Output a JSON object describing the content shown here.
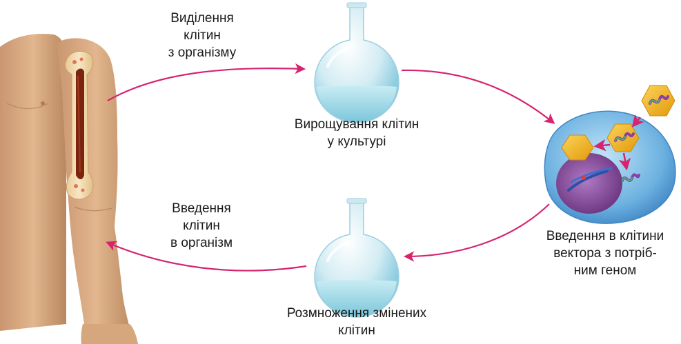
{
  "steps": {
    "extraction": {
      "lines": [
        "Виділення",
        "клітин",
        "з організму"
      ]
    },
    "culture": {
      "lines": [
        "Вирощування клітин",
        "у культурі"
      ]
    },
    "vector": {
      "lines": [
        "Введення в клітини",
        "вектора з потріб-",
        "ним геном"
      ]
    },
    "multiplication": {
      "lines": [
        "Розмноження змінених",
        "клітин"
      ]
    },
    "reintroduction": {
      "lines": [
        "Введення",
        "клітин",
        "в організм"
      ]
    }
  },
  "colors": {
    "arrow": "#d6246e",
    "skin": "#dcae84",
    "skin_shade": "#b9865d",
    "bone": "#f0d6a4",
    "marrow": "#7a2410",
    "flask_glass": "#d8eef5",
    "flask_liquid": "#9fd7e6",
    "cell_body": "#5fa8dc",
    "nucleus": "#8a4fa0",
    "virus": "#f5b21a"
  },
  "icons": {
    "body": "human-arm-icon",
    "flask": "round-bottom-flask-icon",
    "cell": "cell-icon",
    "virus": "viral-vector-icon",
    "gene": "gene-strand-icon"
  }
}
